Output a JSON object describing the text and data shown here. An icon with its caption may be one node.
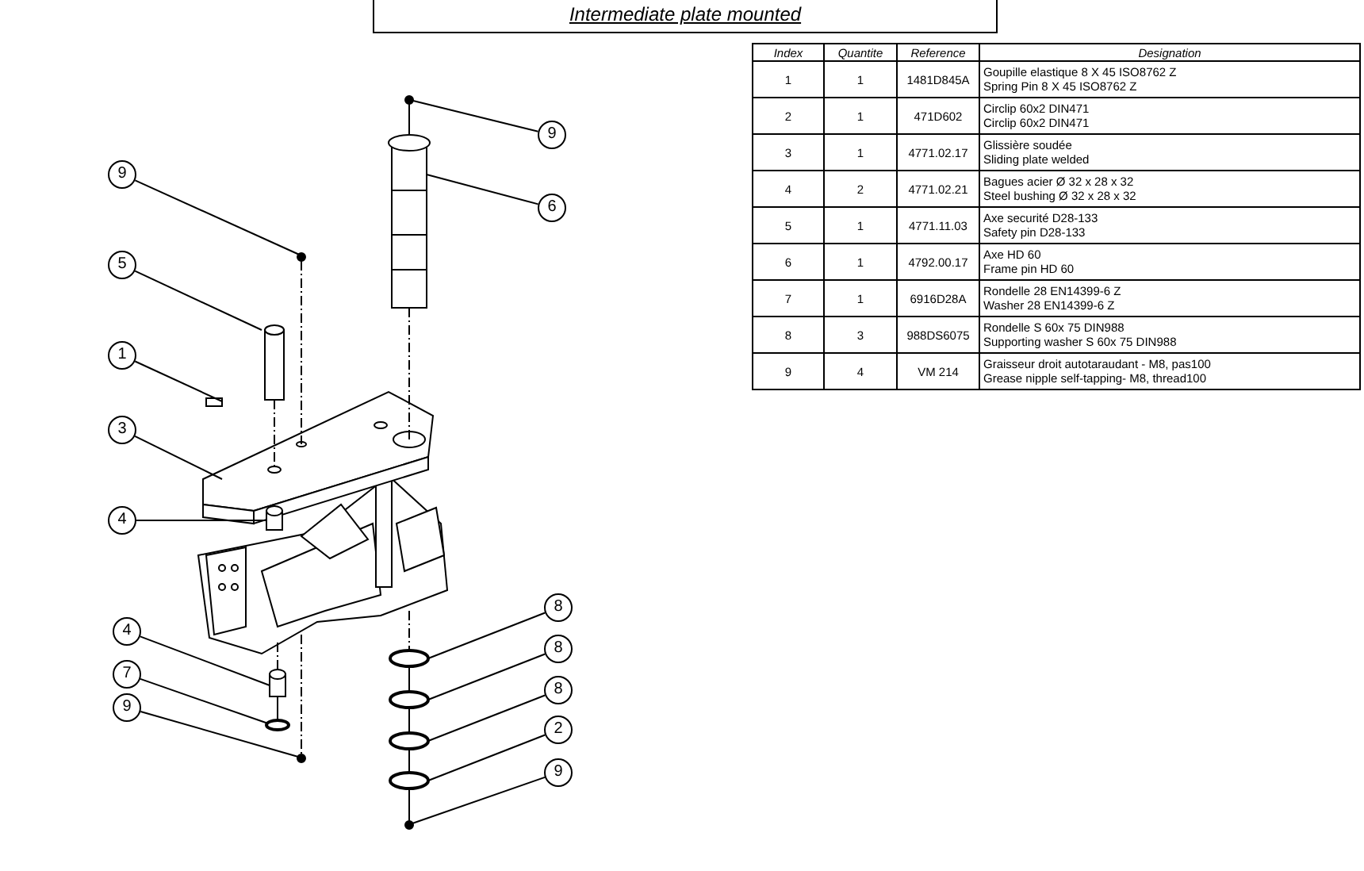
{
  "diagram": {
    "title": "Intermediate plate mounted",
    "nodes": [
      {
        "text": [
          "9"
        ]
      },
      {
        "text": [
          "6"
        ]
      },
      {
        "text": [
          "9"
        ]
      },
      {
        "text": [
          "5"
        ]
      },
      {
        "text": [
          "1"
        ]
      },
      {
        "text": [
          "3"
        ]
      },
      {
        "text": [
          "4"
        ]
      },
      {
        "text": [
          "8"
        ]
      },
      {
        "text": [
          "8"
        ]
      },
      {
        "text": [
          "8"
        ]
      },
      {
        "text": [
          "2"
        ]
      },
      {
        "text": [
          "4"
        ]
      },
      {
        "text": [
          "7"
        ]
      },
      {
        "text": [
          "9"
        ]
      },
      {
        "text": [
          "9"
        ]
      },
      {
        "text": [],
        "shape": "circle"
      },
      {
        "text": [],
        "shape": "picture"
      },
      {
        "text": [],
        "shape": "circle"
      },
      {
        "text": [],
        "shape": "cylinder"
      },
      {
        "text": [],
        "shape": "box"
      },
      {
        "text": [],
        "shape": "picture"
      },
      {
        "text": [],
        "shape": "cylinder"
      },
      {
        "text": [],
        "shape": "circle"
      },
      {
        "text": [],
        "shape": "circle"
      },
      {
        "text": [],
        "shape": "circle"
      },
      {
        "text": [],
        "shape": "circle"
      },
      {
        "text": [],
        "shape": "cylinder"
      },
      {
        "text": [],
        "shape": "circle"
      },
      {
        "text": [],
        "shape": "circle"
      },
      {
        "text": [],
        "shape": "circle"
      }
    ],
    "edges": [
      {
        "from": 0,
        "to": 15,
        "arrow": "none"
      },
      {
        "from": 1,
        "to": 16,
        "arrow": "none"
      },
      {
        "from": 2,
        "to": 17,
        "arrow": "none"
      },
      {
        "from": 3,
        "to": 18,
        "arrow": "none"
      },
      {
        "from": 4,
        "to": 19,
        "arrow": "none"
      },
      {
        "from": 5,
        "to": 20,
        "arrow": "none"
      },
      {
        "from": 6,
        "to": 21,
        "arrow": "none"
      },
      {
        "from": 7,
        "to": 22,
        "arrow": "none"
      },
      {
        "from": 8,
        "to": 23,
        "arrow": "none"
      },
      {
        "from": 9,
        "to": 24,
        "arrow": "none"
      },
      {
        "from": 10,
        "to": 25,
        "arrow": "none"
      },
      {
        "from": 11,
        "to": 26,
        "arrow": "none"
      },
      {
        "from": 12,
        "to": 27,
        "arrow": "none"
      },
      {
        "from": 13,
        "to": 28,
        "arrow": "none"
      },
      {
        "from": 14,
        "to": 29,
        "arrow": "none"
      },
      {
        "from": 15,
        "to": 16,
        "arrow": "none"
      },
      {
        "from": 16,
        "to": 20,
        "arrow": "none",
        "style": "dashed"
      },
      {
        "from": 20,
        "to": 22,
        "arrow": "none",
        "style": "dashed"
      },
      {
        "from": 22,
        "to": 23,
        "arrow": "none"
      },
      {
        "from": 23,
        "to": 24,
        "arrow": "none"
      },
      {
        "from": 24,
        "to": 25,
        "arrow": "none"
      },
      {
        "from": 25,
        "to": 29,
        "arrow": "none"
      },
      {
        "from": 17,
        "to": 20,
        "arrow": "none",
        "style": "dashed"
      },
      {
        "from": 20,
        "to": 28,
        "arrow": "none",
        "style": "dashed"
      },
      {
        "from": 18,
        "to": 20,
        "arrow": "none",
        "style": "dashed"
      },
      {
        "from": 20,
        "to": 26,
        "arrow": "none",
        "style": "dashed"
      },
      {
        "from": 26,
        "to": 27,
        "arrow": "none"
      }
    ],
    "labels": [
      "Index",
      "Quantite",
      "Reference",
      "Designation",
      "1",
      "1",
      "1481D845A",
      "Goupille elastique 8 X 45 ISO8762 Z",
      "Spring Pin 8 X 45 ISO8762 Z",
      "2",
      "1",
      "471D602",
      "Circlip 60x2 DIN471",
      "Circlip 60x2 DIN471",
      "3",
      "1",
      "4771.02.17",
      "Glissière soudée",
      "Sliding plate welded",
      "4",
      "2",
      "4771.02.21",
      "Bagues acier Ø 32 x 28 x 32",
      "Steel bushing Ø 32 x 28 x 32",
      "5",
      "1",
      "4771.11.03",
      "Axe securité D28-133",
      "Safety pin D28-133",
      "6",
      "1",
      "4792.00.17",
      "Axe HD 60",
      "Frame pin HD 60",
      "7",
      "1",
      "6916D28A",
      "Rondelle 28 EN14399-6 Z",
      "Washer 28 EN14399-6 Z",
      "8",
      "3",
      "988DS6075",
      "Rondelle S 60x 75 DIN988",
      "Supporting washer S 60x 75 DIN988",
      "9",
      "4",
      "VM 214",
      "Graisseur droit autotaraudant - M8, pas100",
      "Grease nipple self-tapping- M8, thread100"
    ]
  }
}
